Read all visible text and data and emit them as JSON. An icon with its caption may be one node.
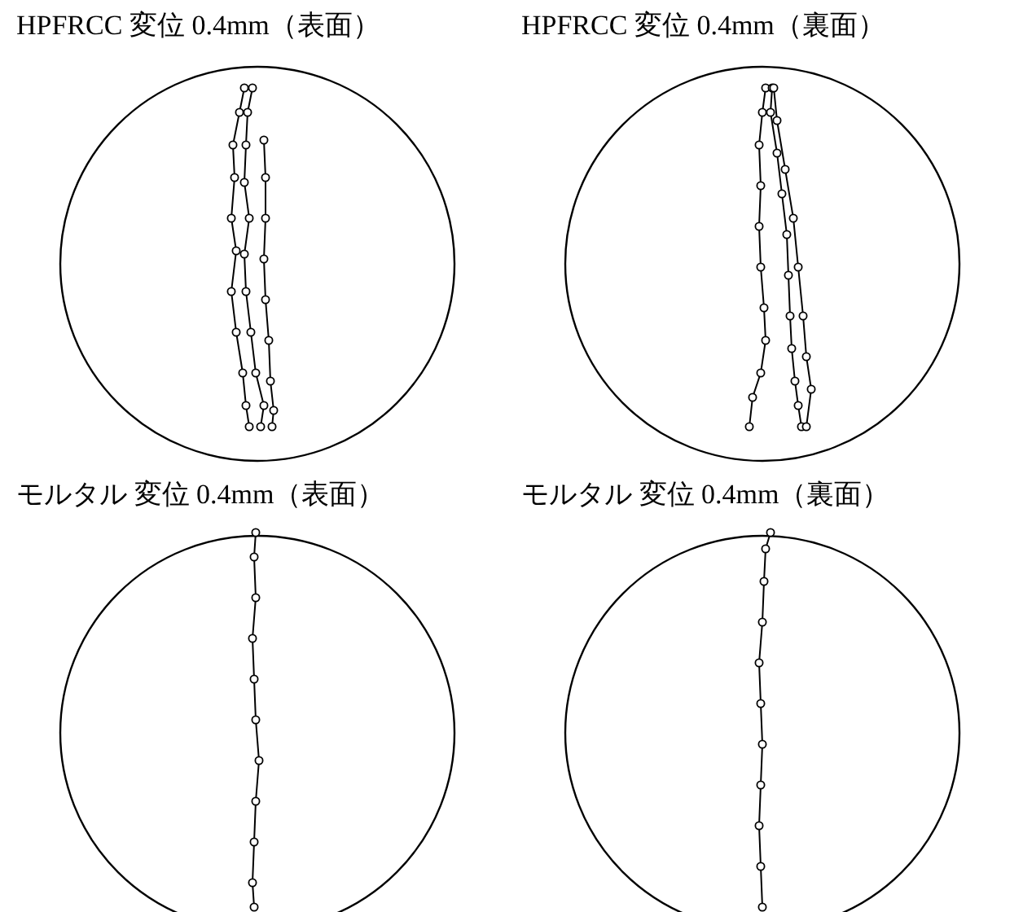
{
  "diagram": {
    "nodes": [
      {
        "text": [
          "HPFRCC 変位 0.4mm（表面）"
        ]
      },
      {
        "text": [
          "HPFRCC 変位 0.4mm（裏面）"
        ]
      },
      {
        "text": [
          "モルタル 変位 0.4mm（表面）"
        ]
      },
      {
        "text": [
          "モルタル 変位 0.4mm（裏面）"
        ]
      }
    ]
  }
}
